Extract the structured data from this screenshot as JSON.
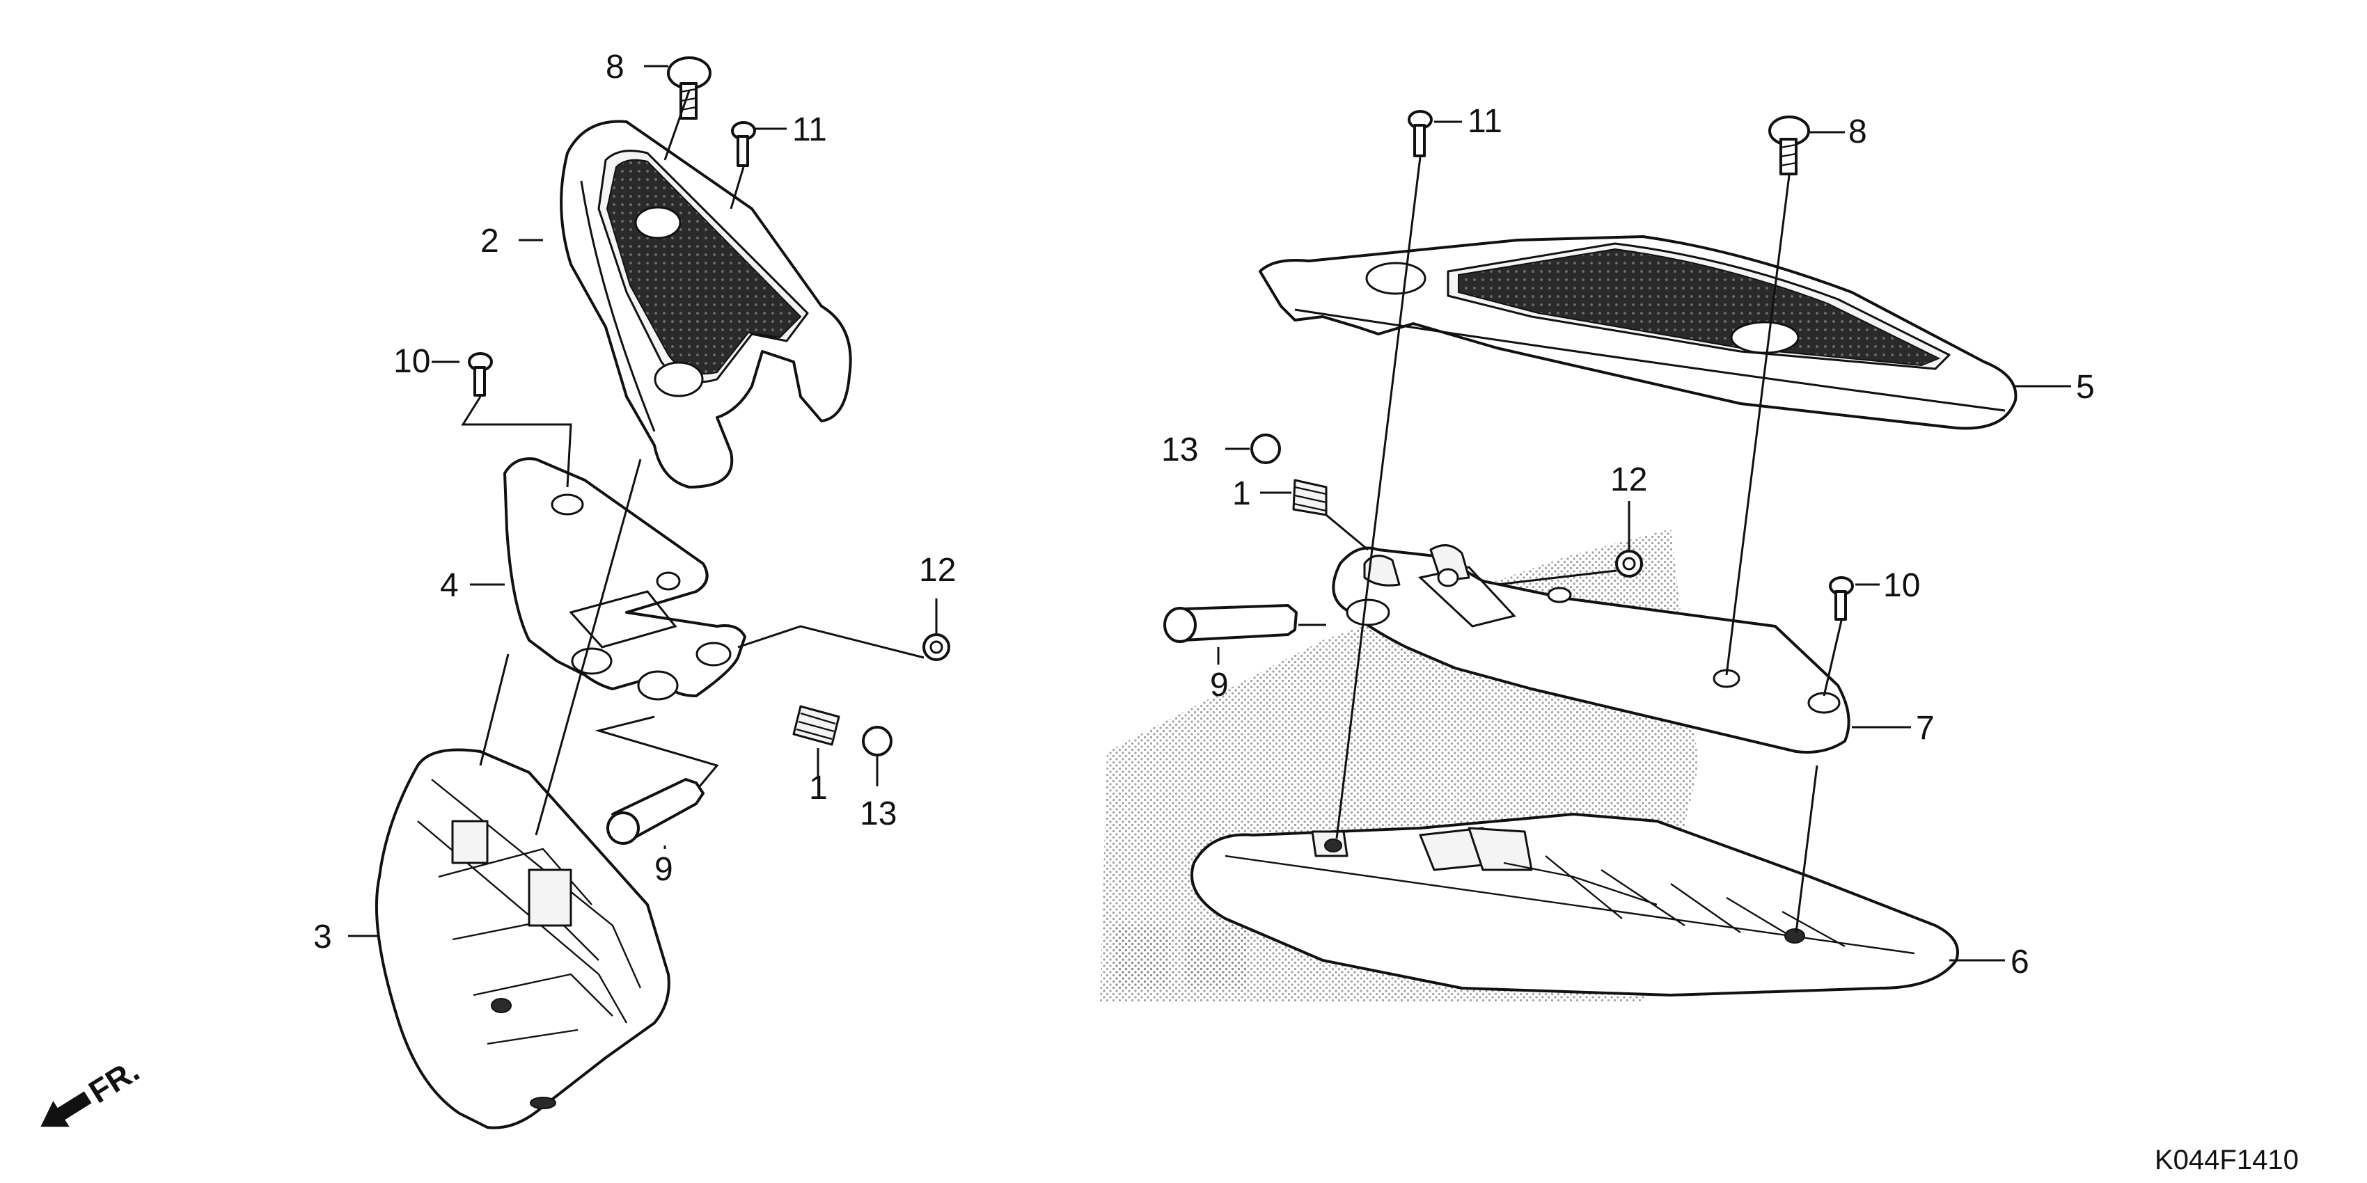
{
  "diagram_code": "K044F1410",
  "direction_label": "FR.",
  "callouts": {
    "c1a": "1",
    "c1b": "1",
    "c2": "2",
    "c3": "3",
    "c4": "4",
    "c5": "5",
    "c6": "6",
    "c7": "7",
    "c8a": "8",
    "c8b": "8",
    "c9a": "9",
    "c9b": "9",
    "c10a": "10",
    "c10b": "10",
    "c11a": "11",
    "c11b": "11",
    "c12a": "12",
    "c12b": "12",
    "c13a": "13",
    "c13b": "13"
  },
  "colors": {
    "line": "#111111",
    "tread": "#2a2a2a",
    "dots": "#8a8a8a",
    "background": "#ffffff"
  }
}
